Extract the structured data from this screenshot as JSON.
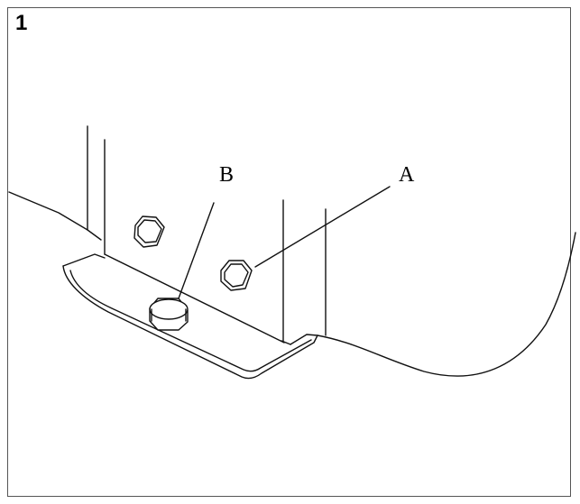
{
  "figure": {
    "number": "1",
    "callouts": [
      {
        "letter": "B",
        "part": "bolt-b"
      },
      {
        "letter": "A",
        "part": "bolt-a"
      }
    ]
  }
}
